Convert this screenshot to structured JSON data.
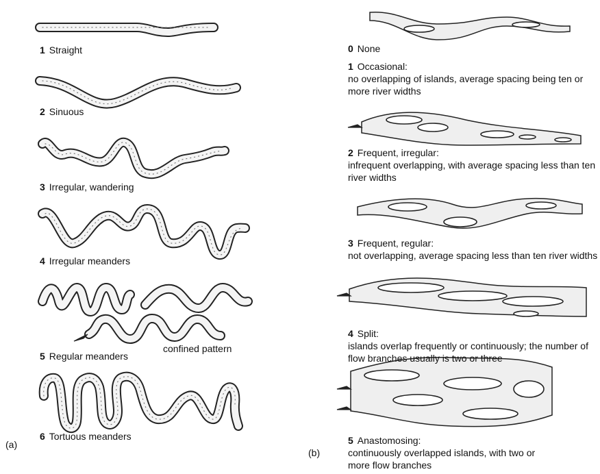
{
  "panel_a": {
    "tag": "(a)",
    "items": [
      {
        "num": "1",
        "label": "Straight"
      },
      {
        "num": "2",
        "label": "Sinuous"
      },
      {
        "num": "3",
        "label": "Irregular, wandering"
      },
      {
        "num": "4",
        "label": "Irregular meanders"
      },
      {
        "num": "5",
        "label": "Regular meanders",
        "extra": "confined pattern"
      },
      {
        "num": "6",
        "label": "Tortuous meanders"
      }
    ]
  },
  "panel_b": {
    "tag": "(b)",
    "items": [
      {
        "num": "0",
        "label": "None",
        "desc": ""
      },
      {
        "num": "1",
        "label": "Occasional:",
        "desc": "no overlapping of islands, average spacing being ten or more river widths"
      },
      {
        "num": "2",
        "label": "Frequent, irregular:",
        "desc": "infrequent overlapping, with average spacing less than ten river widths"
      },
      {
        "num": "3",
        "label": "Frequent, regular:",
        "desc": "not overlapping, average spacing less than ten river widths"
      },
      {
        "num": "4",
        "label": "Split:",
        "desc": "islands overlap frequently or continuously; the number of flow branches usually is two or three"
      },
      {
        "num": "5",
        "label": "Anastomosing:",
        "desc": "continuously overlapped islands, with two or more flow branches"
      }
    ]
  }
}
